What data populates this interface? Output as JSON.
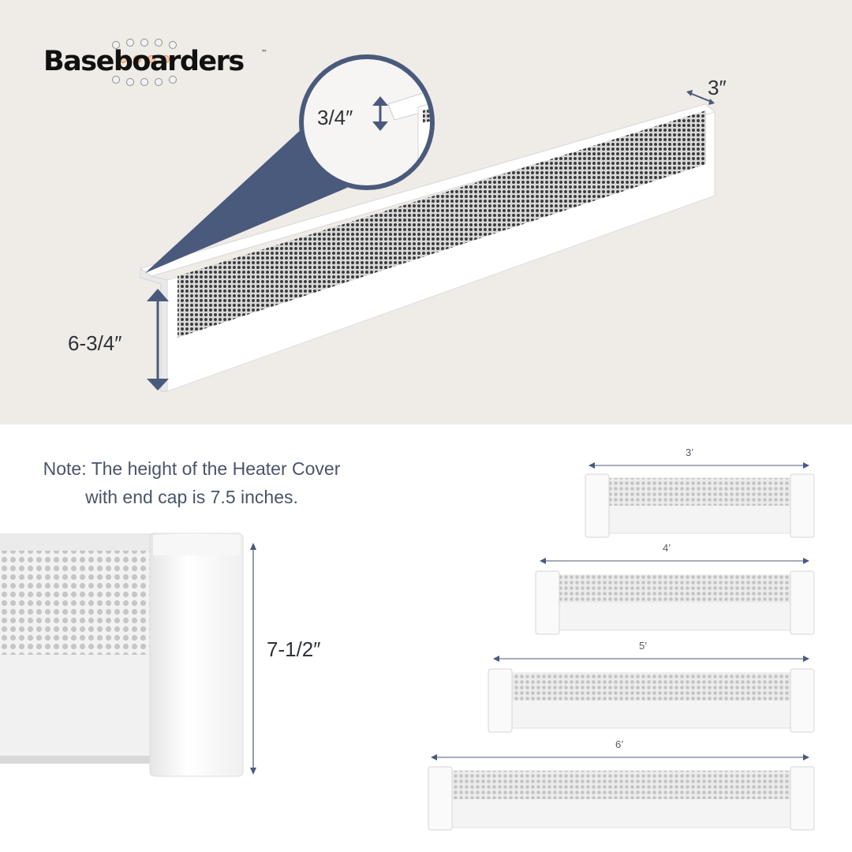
{
  "brand": {
    "name": "Baseboarders",
    "trademark": "™",
    "accent_color": "#4a5a7c",
    "text_color": "#111111"
  },
  "top_illustration": {
    "background": "#efebe6",
    "dimensions": {
      "depth": "3″",
      "lip_height": "3/4″",
      "body_height": "6-3/4″"
    }
  },
  "note": {
    "line1": "Note: The height of the Heater Cover",
    "line2": "with end cap is 7.5 inches.",
    "color": "#4a5468"
  },
  "end_cap_detail": {
    "height": "7-1/2″"
  },
  "sizes": [
    {
      "label": "3’"
    },
    {
      "label": "4’"
    },
    {
      "label": "5’"
    },
    {
      "label": "6’"
    }
  ]
}
